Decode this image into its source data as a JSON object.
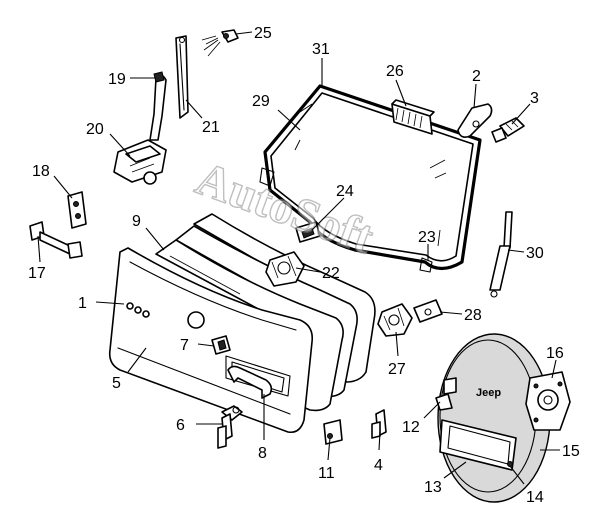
{
  "diagram": {
    "watermark": "AutoSoft",
    "spare_tire_emblem": "Jeep",
    "callouts": [
      {
        "id": "c1",
        "label": "1"
      },
      {
        "id": "c2",
        "label": "2"
      },
      {
        "id": "c3",
        "label": "3"
      },
      {
        "id": "c4",
        "label": "4"
      },
      {
        "id": "c5",
        "label": "5"
      },
      {
        "id": "c6",
        "label": "6"
      },
      {
        "id": "c7",
        "label": "7"
      },
      {
        "id": "c8",
        "label": "8"
      },
      {
        "id": "c9",
        "label": "9"
      },
      {
        "id": "c11",
        "label": "11"
      },
      {
        "id": "c12",
        "label": "12"
      },
      {
        "id": "c13",
        "label": "13"
      },
      {
        "id": "c14",
        "label": "14"
      },
      {
        "id": "c15",
        "label": "15"
      },
      {
        "id": "c16",
        "label": "16"
      },
      {
        "id": "c17",
        "label": "17"
      },
      {
        "id": "c18",
        "label": "18"
      },
      {
        "id": "c19",
        "label": "19"
      },
      {
        "id": "c20",
        "label": "20"
      },
      {
        "id": "c21",
        "label": "21"
      },
      {
        "id": "c22",
        "label": "22"
      },
      {
        "id": "c23",
        "label": "23"
      },
      {
        "id": "c24",
        "label": "24"
      },
      {
        "id": "c25",
        "label": "25"
      },
      {
        "id": "c26",
        "label": "26"
      },
      {
        "id": "c27",
        "label": "27"
      },
      {
        "id": "c28",
        "label": "28"
      },
      {
        "id": "c29",
        "label": "29"
      },
      {
        "id": "c30",
        "label": "30"
      },
      {
        "id": "c31",
        "label": "31"
      }
    ]
  }
}
